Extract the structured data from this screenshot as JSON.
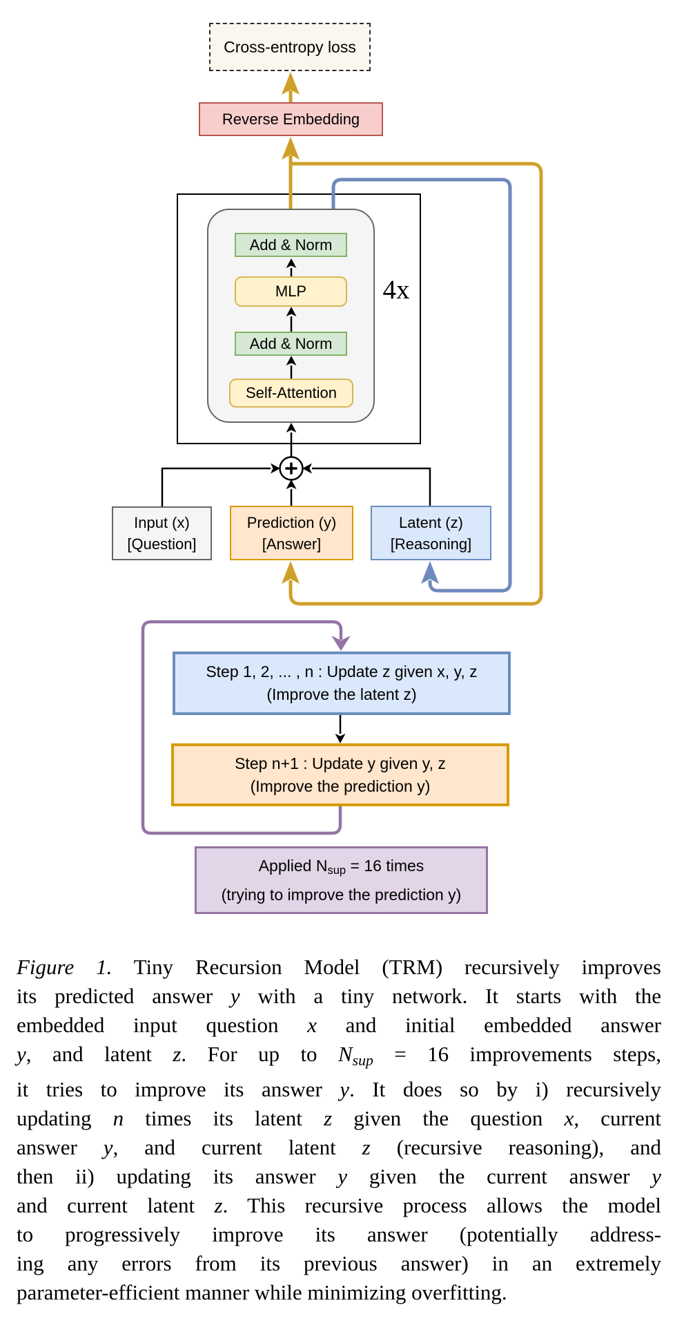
{
  "diagram": {
    "loss_box": "Cross-entropy loss",
    "reverse_embedding": "Reverse Embedding",
    "repeat_label": "4x",
    "core": [
      "Add & Norm",
      "MLP",
      "Add & Norm",
      "Self-Attention"
    ],
    "input_box": {
      "line1": "Input (x)",
      "line2": "[Question]"
    },
    "prediction_box": {
      "line1": "Prediction (y)",
      "line2": "[Answer]"
    },
    "latent_box": {
      "line1": "Latent (z)",
      "line2": "[Reasoning]"
    },
    "step_z_box": {
      "line1": "Step 1, 2, ... , n : Update z given x, y, z",
      "line2": "(Improve the latent z)"
    },
    "step_y_box": {
      "line1": "Step n+1 : Update y given y, z",
      "line2": "(Improve the prediction y)"
    },
    "applied_box": {
      "pre": "Applied N",
      "sub": "sup",
      "post": " = 16 times",
      "line2": "(trying to improve the prediction y)"
    },
    "junction_symbol": "+",
    "colors": {
      "y_path_gold": "#cfa029",
      "z_path_blue": "#6e89bd",
      "loop_purple": "#9673a6",
      "pink_fill": "#f8cecc",
      "pink_border": "#b85450",
      "orange_fill": "#ffe6cc",
      "orange_border": "#d79b00",
      "blue_fill": "#dae8fc",
      "blue_border": "#6c8ebf",
      "green_fill": "#d5e8d4",
      "green_border": "#82b366",
      "yellow_fill": "#fff2cc",
      "yellow_border": "#d6b656",
      "purple_fill": "#e1d5e7",
      "purple_border": "#9673a6",
      "gray_fill": "#f5f5f5",
      "gray_border": "#666666"
    }
  },
  "caption": {
    "lines": [
      [
        {
          "t": "Figure 1.",
          "s": "i"
        },
        {
          "t": " Tiny Recursion Model (TRM) recursively improves",
          "s": ""
        }
      ],
      [
        {
          "t": "its predicted answer ",
          "s": ""
        },
        {
          "t": "y",
          "s": "i"
        },
        {
          "t": " with a tiny network. It starts with the",
          "s": ""
        }
      ],
      [
        {
          "t": "embedded input question ",
          "s": ""
        },
        {
          "t": "x",
          "s": "i"
        },
        {
          "t": " and initial embedded answer",
          "s": ""
        }
      ],
      [
        {
          "t": "y",
          "s": "i"
        },
        {
          "t": ", and latent ",
          "s": ""
        },
        {
          "t": "z",
          "s": "i"
        },
        {
          "t": ". For up to ",
          "s": ""
        },
        {
          "t": "N",
          "s": "i"
        },
        {
          "t": "sup",
          "s": "isub"
        },
        {
          "t": " = 16 improvements steps,",
          "s": ""
        }
      ],
      [
        {
          "t": "it tries to improve its answer ",
          "s": ""
        },
        {
          "t": "y",
          "s": "i"
        },
        {
          "t": ". It does so by i) recursively",
          "s": ""
        }
      ],
      [
        {
          "t": "updating ",
          "s": ""
        },
        {
          "t": "n",
          "s": "i"
        },
        {
          "t": " times its latent ",
          "s": ""
        },
        {
          "t": "z",
          "s": "i"
        },
        {
          "t": " given the question ",
          "s": ""
        },
        {
          "t": "x",
          "s": "i"
        },
        {
          "t": ", current",
          "s": ""
        }
      ],
      [
        {
          "t": "answer ",
          "s": ""
        },
        {
          "t": "y",
          "s": "i"
        },
        {
          "t": ", and current latent ",
          "s": ""
        },
        {
          "t": "z",
          "s": "i"
        },
        {
          "t": " (recursive reasoning), and",
          "s": ""
        }
      ],
      [
        {
          "t": "then ii) updating its answer ",
          "s": ""
        },
        {
          "t": "y",
          "s": "i"
        },
        {
          "t": " given the current answer ",
          "s": ""
        },
        {
          "t": "y",
          "s": "i"
        }
      ],
      [
        {
          "t": "and current latent ",
          "s": ""
        },
        {
          "t": "z",
          "s": "i"
        },
        {
          "t": ". This recursive process allows the model",
          "s": ""
        }
      ],
      [
        {
          "t": "to progressively improve its answer (potentially address-",
          "s": ""
        }
      ],
      [
        {
          "t": "ing any errors from its previous answer) in an extremely",
          "s": ""
        }
      ],
      [
        {
          "t": "parameter-efficient manner while minimizing overfitting.",
          "s": ""
        }
      ]
    ]
  }
}
